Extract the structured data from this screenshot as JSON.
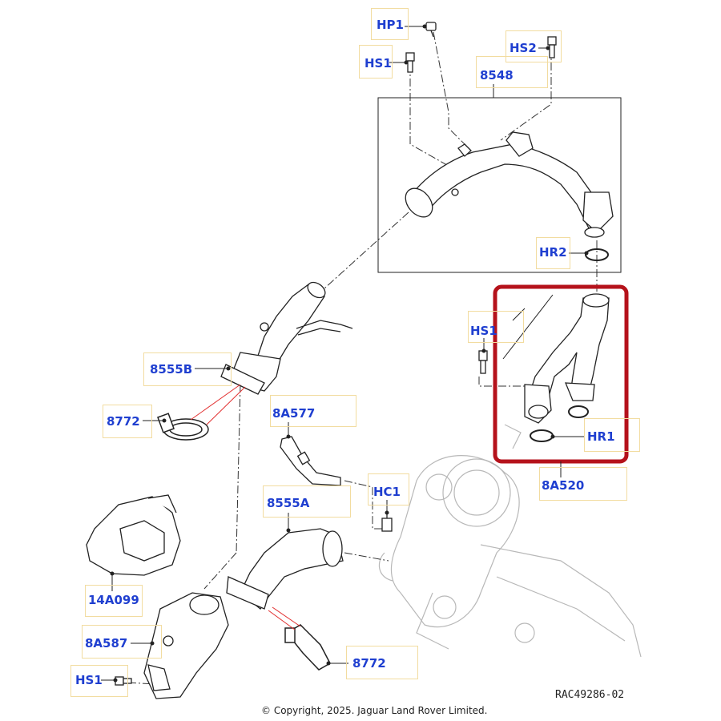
{
  "callouts": {
    "hp1": "HP1",
    "hs2": "HS2",
    "hs1_top": "HS1",
    "p8548": "8548",
    "hr2": "HR2",
    "hs1_mid": "HS1",
    "hr1": "HR1",
    "p8a520": "8A520",
    "p8555b": "8555B",
    "p8772_top": "8772",
    "p8a577": "8A577",
    "hc1": "HC1",
    "p8555a": "8555A",
    "p14a099": "14A099",
    "p8a587": "8A587",
    "p8772_bottom": "8772",
    "hs1_bottom": "HS1"
  },
  "footer": {
    "reference": "RAC49286-02",
    "copyright": "© Copyright, 2025. Jaguar Land Rover Limited."
  },
  "colors": {
    "callout_text": "#1f3fd0",
    "callout_box": "#f2dca0",
    "highlight": "#b5121b",
    "line": "#222222",
    "ghost": "#b8b8b8",
    "leader_red": "#e23030"
  }
}
